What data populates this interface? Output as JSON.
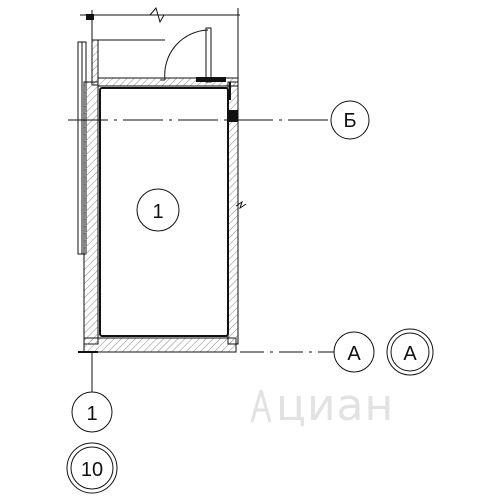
{
  "room": {
    "number": "1"
  },
  "grid_axes": {
    "b_label": "Б",
    "a_label": "А",
    "a_label_secondary": "А",
    "one_label": "1",
    "sheet_ref": "10"
  },
  "watermark": {
    "text": "циан",
    "icon": "cian-logo-icon"
  },
  "colors": {
    "line": "#111111",
    "hatch": "#888888",
    "watermark": "#9a9a9a"
  }
}
